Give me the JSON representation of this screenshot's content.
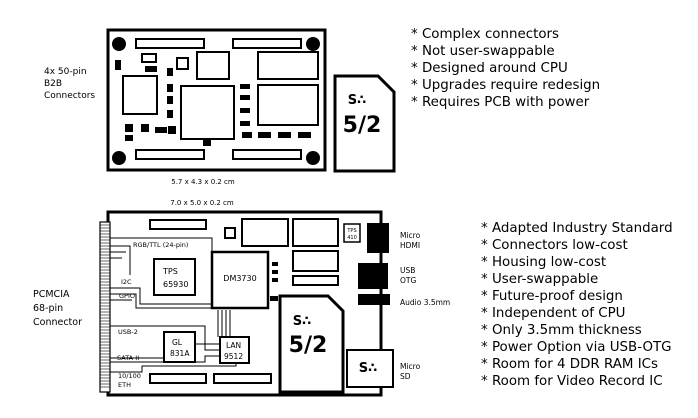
{
  "top_board": {
    "dimension": "5.7 x 4.3 x 0.2 cm",
    "connector_label": [
      "4x 50-pin",
      "B2B",
      "Connectors"
    ]
  },
  "bottom_board": {
    "dimension": "7.0 x 5.0 x 0.2 cm",
    "connector_label": [
      "PCMCIA",
      "68-pin",
      "Connector"
    ],
    "chips": {
      "tps": [
        "TPS",
        "65930"
      ],
      "dm": "DM3730",
      "gl": [
        "GL",
        "831A"
      ],
      "lan": [
        "LAN",
        "9512"
      ],
      "tps410": [
        "TPS",
        "410"
      ]
    },
    "signals": {
      "rgb": "RGB/TTL (24-pin)",
      "i2c": "I2C",
      "gpio": "GPIO",
      "usb2": "USB-2",
      "sata": "SATA-II",
      "eth": [
        "10/100",
        "ETH"
      ]
    },
    "ports": {
      "hdmi": [
        "Micro",
        "HDMI"
      ],
      "usb": [
        "USB",
        "OTG"
      ],
      "audio": "Audio 3.5mm",
      "sd": [
        "Micro",
        "SD"
      ]
    }
  },
  "sd_card_glyph": "S∴",
  "sd_card_text": "5/2",
  "top_features": [
    "* Complex connectors",
    "* Not user-swappable",
    "* Designed around CPU",
    "* Upgrades require redesign",
    "* Requires PCB with power"
  ],
  "bottom_features": [
    "* Adapted Industry Standard",
    "* Connectors low-cost",
    "* Housing low-cost",
    "* User-swappable",
    "* Future-proof design",
    "* Independent of CPU",
    "* Only 3.5mm thickness",
    "* Power Option via USB-OTG",
    "* Room for 4 DDR RAM ICs",
    "* Room for Video Record IC"
  ]
}
